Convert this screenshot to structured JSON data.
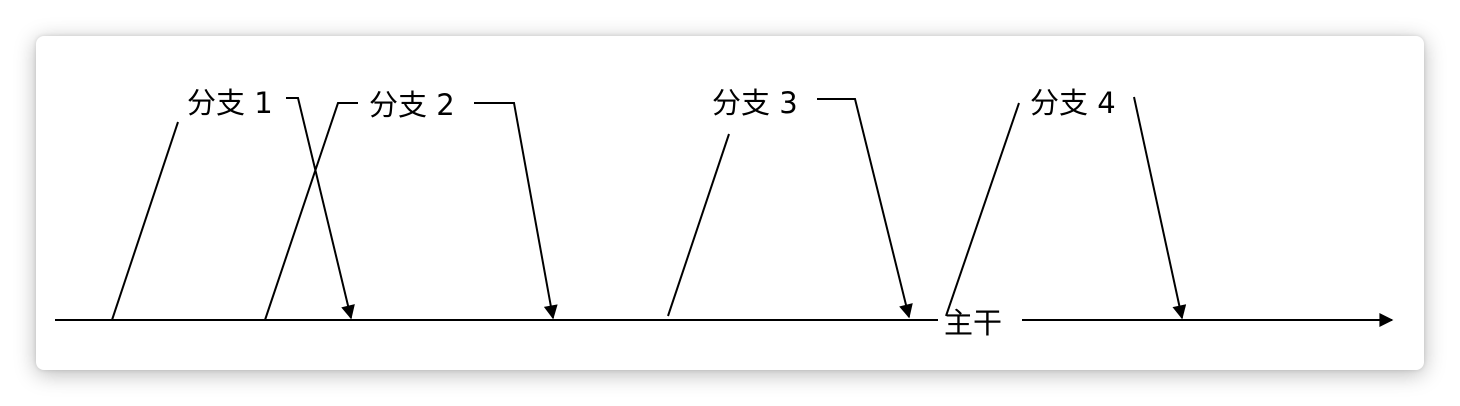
{
  "diagram": {
    "trunk_label": "主干",
    "branches": [
      {
        "label": "分支 1"
      },
      {
        "label": "分支 2"
      },
      {
        "label": "分支 3"
      },
      {
        "label": "分支 4"
      }
    ]
  }
}
